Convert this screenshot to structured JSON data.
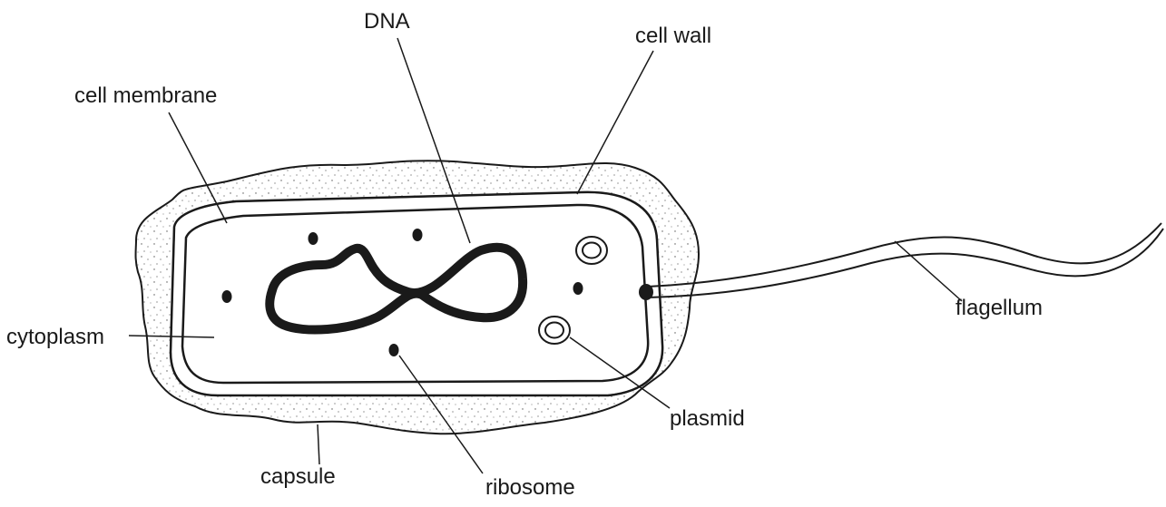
{
  "labels": {
    "dna": "DNA",
    "cell_wall": "cell wall",
    "cell_membrane": "cell membrane",
    "cytoplasm": "cytoplasm",
    "flagellum": "flagellum",
    "plasmid": "plasmid",
    "capsule": "capsule",
    "ribosome": "ribosome"
  },
  "colors": {
    "ink": "#1a1a1a",
    "background": "#ffffff",
    "capsule_stipple": "#555555"
  }
}
